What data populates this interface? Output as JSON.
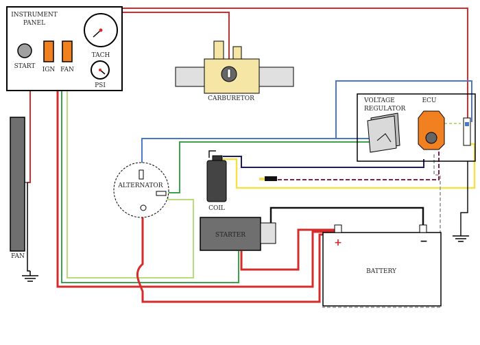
{
  "panel": {
    "title_line1": "INSTRUMENT",
    "title_line2": "PANEL",
    "start_label": "START",
    "ign_label": "IGN",
    "fan_label": "FAN",
    "tach_label": "TACH",
    "psi_label": "PSI"
  },
  "components": {
    "carburetor": "CARBURETOR",
    "voltage_regulator_line1": "VOLTAGE",
    "voltage_regulator_line2": "REGULATOR",
    "ecu": "ECU",
    "alternator": "ALTERNATOR",
    "coil": "COIL",
    "starter": "STARTER",
    "battery": "BATTERY",
    "fan": "FAN"
  },
  "battery_terminals": {
    "positive": "+",
    "negative": "−"
  },
  "colors": {
    "red_wire": "#d62b2b",
    "blue_wire": "#4a78c8",
    "green_wire": "#3aa34a",
    "light_green_wire": "#b7dc7a",
    "yellow_wire": "#f2e14a",
    "black_wire": "#111111",
    "dark_blue_wire": "#1a1a66",
    "maroon_wire": "#8a1c4a",
    "orange_component": "#f08020",
    "tan_component": "#f5e6a6",
    "gray_component": "#6f6f6f"
  }
}
